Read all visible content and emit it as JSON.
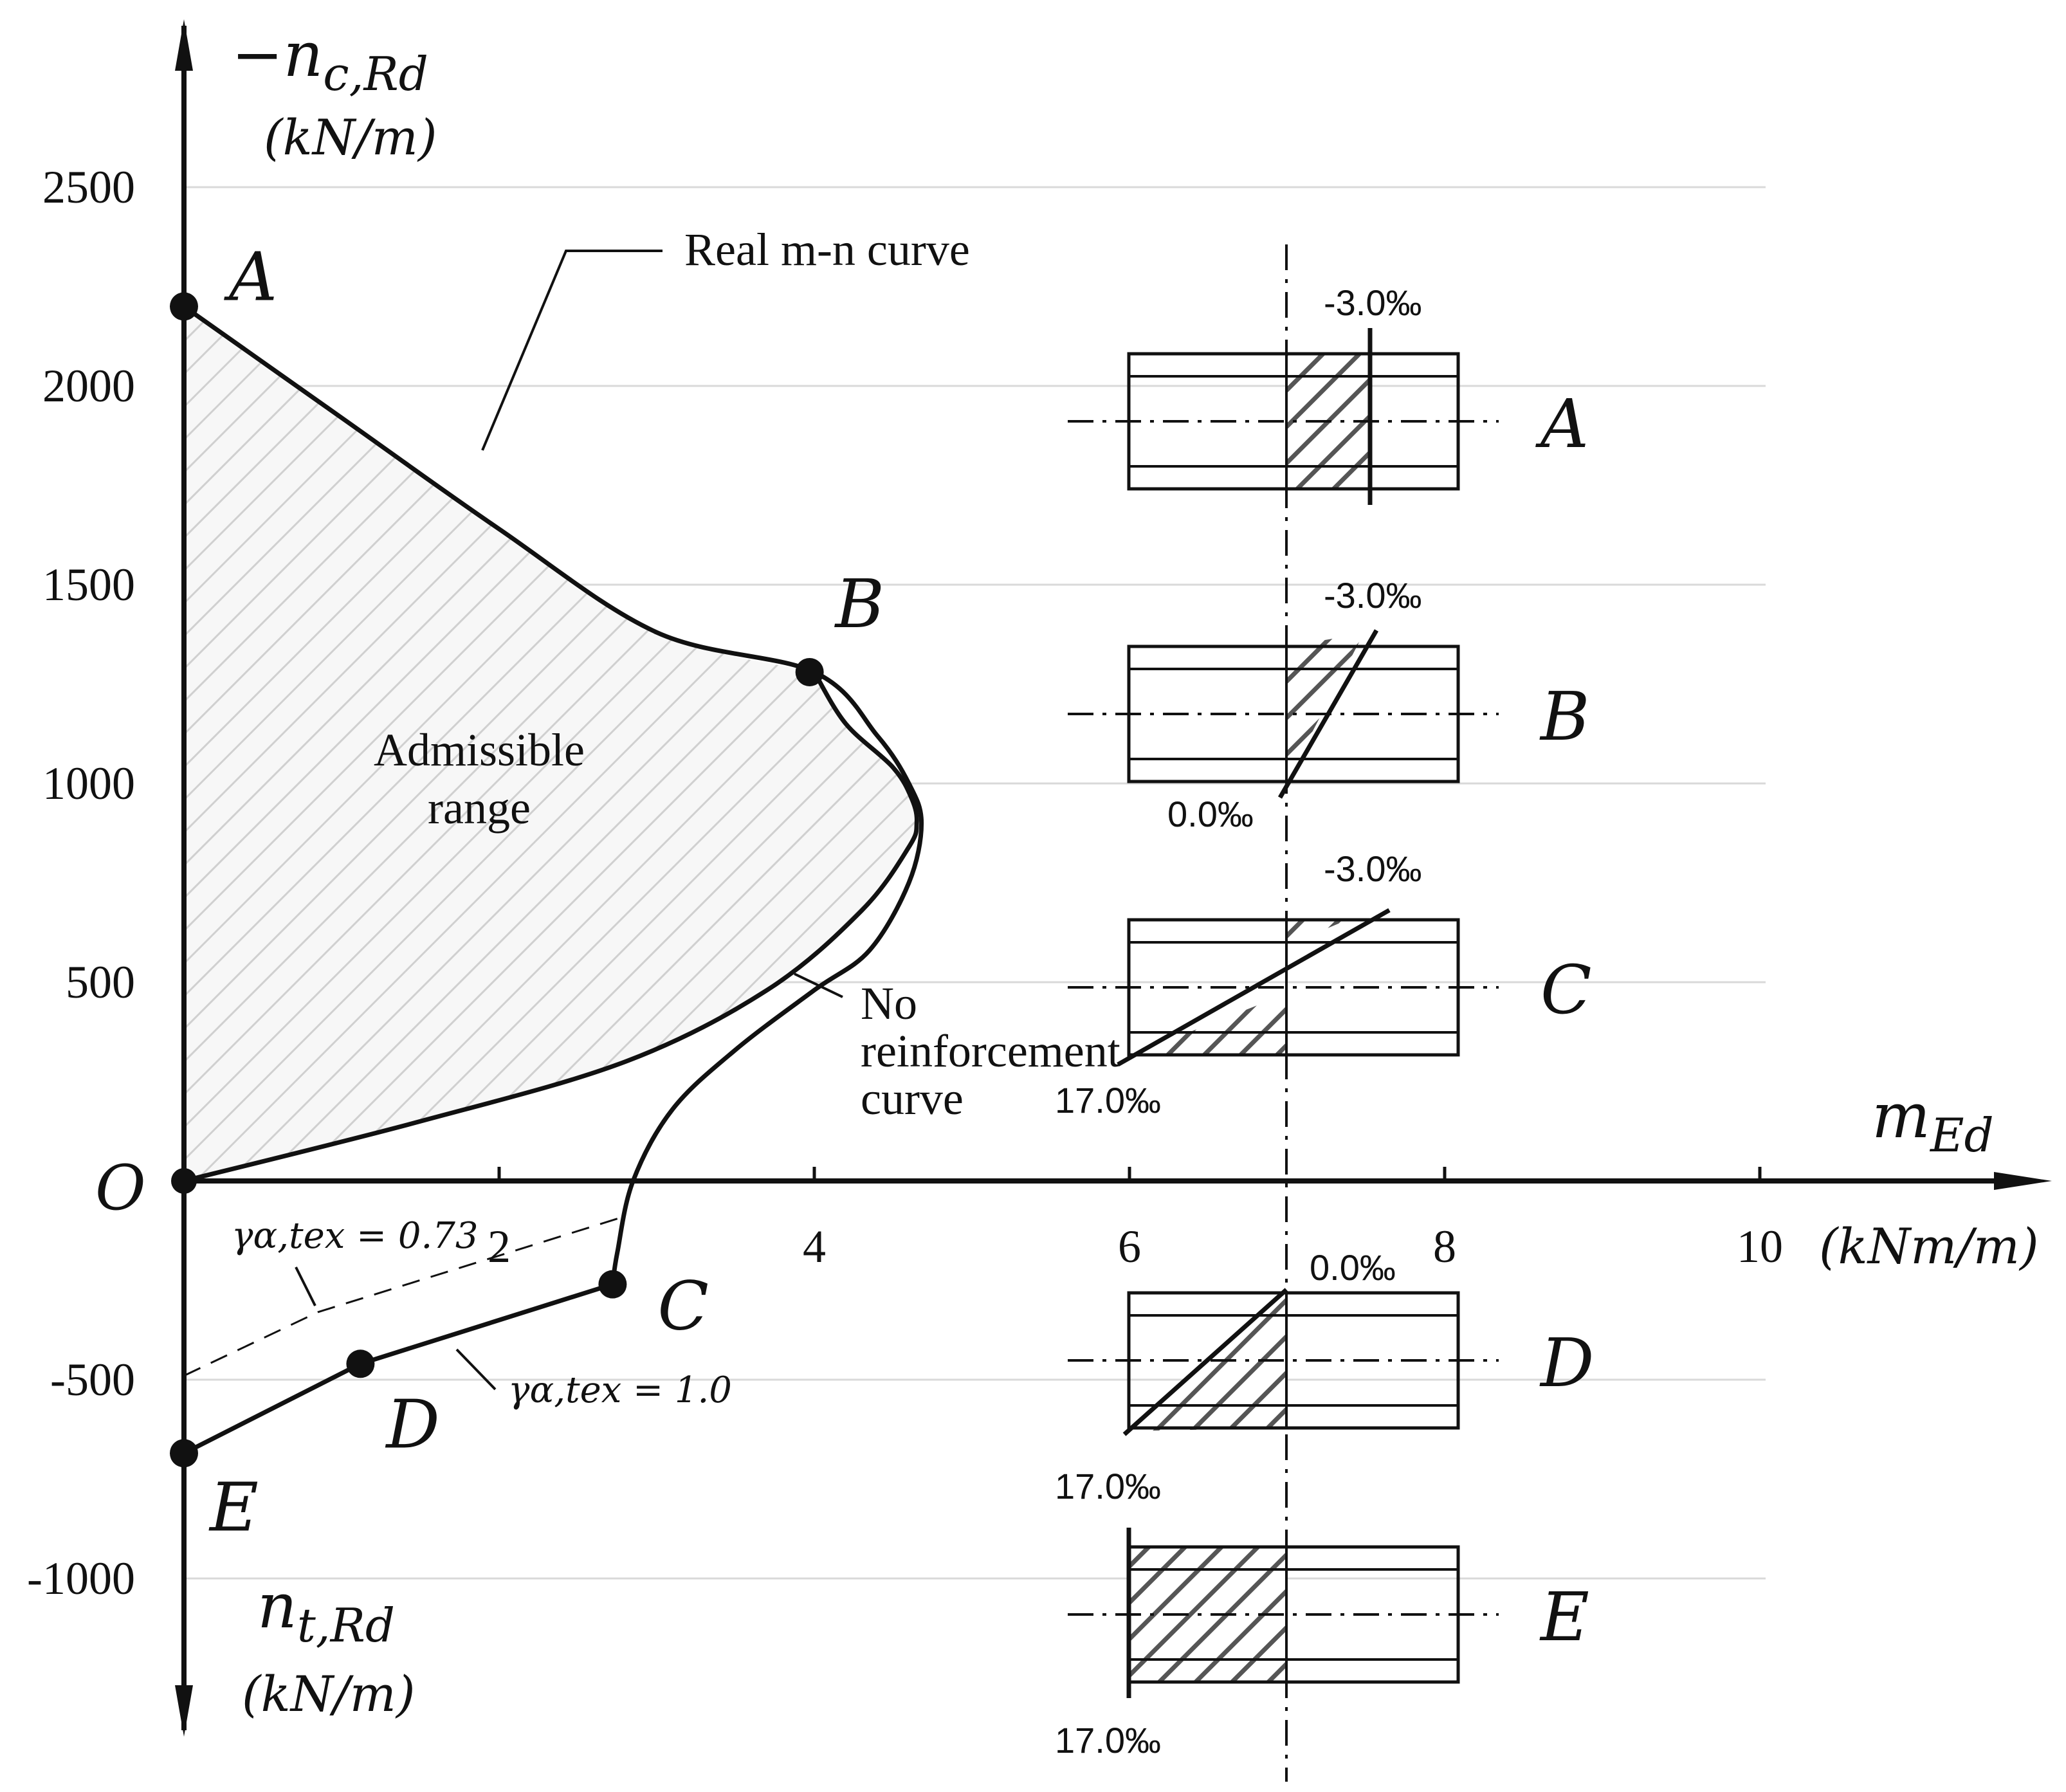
{
  "chart_data": {
    "type": "line",
    "title": "",
    "axes": {
      "y_label_top": "−n",
      "y_label_top_sub": "c,Rd",
      "y_unit_top": "(kN/m)",
      "y_label_bottom": "n",
      "y_label_bottom_sub": "t,Rd",
      "y_unit_bottom": "(kN/m)",
      "x_label": "m",
      "x_label_sub": "Ed",
      "x_unit": "(kNm/m)",
      "xlim": [
        0,
        10
      ],
      "ylim": [
        -1250,
        2750
      ],
      "x_ticks": [
        2,
        4,
        6,
        8,
        10
      ],
      "y_ticks": [
        2500,
        2000,
        1500,
        1000,
        500,
        -500,
        -1000
      ],
      "origin_label": "O",
      "grid": true
    },
    "curves": [
      {
        "name": "Real m-n curve",
        "style": "solid",
        "points": [
          [
            0,
            2200
          ],
          [
            1,
            1920
          ],
          [
            2,
            1640
          ],
          [
            3,
            1380
          ],
          [
            4,
            1280
          ],
          [
            4.4,
            1120
          ],
          [
            4.6,
            1000
          ],
          [
            4.68,
            900
          ],
          [
            4.6,
            750
          ],
          [
            4.35,
            580
          ],
          [
            4.0,
            480
          ],
          [
            3.5,
            330
          ],
          [
            3.1,
            180
          ],
          [
            2.85,
            0
          ],
          [
            2.75,
            -180
          ],
          [
            2.72,
            -260
          ]
        ]
      },
      {
        "name": "No reinforcement curve",
        "style": "solid",
        "points": [
          [
            0,
            0
          ],
          [
            1.5,
            150
          ],
          [
            2.8,
            300
          ],
          [
            3.7,
            480
          ],
          [
            4.3,
            680
          ],
          [
            4.6,
            840
          ],
          [
            4.65,
            900
          ],
          [
            4.62,
            960
          ],
          [
            4.5,
            1040
          ],
          [
            4.2,
            1150
          ],
          [
            4.0,
            1280
          ]
        ]
      },
      {
        "name": "",
        "style": "solid",
        "points": [
          [
            2.72,
            -260
          ],
          [
            1.12,
            -460
          ],
          [
            0,
            -685
          ]
        ]
      },
      {
        "name": "",
        "style": "dashed",
        "points": [
          [
            2.75,
            -95
          ],
          [
            0.85,
            -330
          ],
          [
            0,
            -490
          ]
        ]
      }
    ],
    "points": [
      {
        "label": "A",
        "x": 0,
        "y": 2200
      },
      {
        "label": "B",
        "x": 3.97,
        "y": 1280
      },
      {
        "label": "C",
        "x": 2.72,
        "y": -260
      },
      {
        "label": "D",
        "x": 1.12,
        "y": -460
      },
      {
        "label": "E",
        "x": 0,
        "y": -685
      },
      {
        "label": "O",
        "x": 0,
        "y": 0
      }
    ],
    "annotations": {
      "real_curve": "Real m-n curve",
      "admissible": [
        "Admissible",
        "range"
      ],
      "no_reinf": [
        "No",
        "reinforcement",
        "curve"
      ],
      "gamma_073": "γα,tex = 0.73",
      "gamma_10": "γα,tex = 1.0"
    },
    "sections": [
      {
        "label": "A",
        "strain_top": "-3.0‰",
        "strain_bottom": ""
      },
      {
        "label": "B",
        "strain_top": "-3.0‰",
        "strain_bottom": "0.0‰"
      },
      {
        "label": "C",
        "strain_top": "-3.0‰",
        "strain_bottom": "17.0‰"
      },
      {
        "label": "D",
        "strain_top": "0.0‰",
        "strain_bottom": "17.0‰"
      },
      {
        "label": "E",
        "strain_top": "",
        "strain_bottom": "17.0‰"
      }
    ]
  }
}
